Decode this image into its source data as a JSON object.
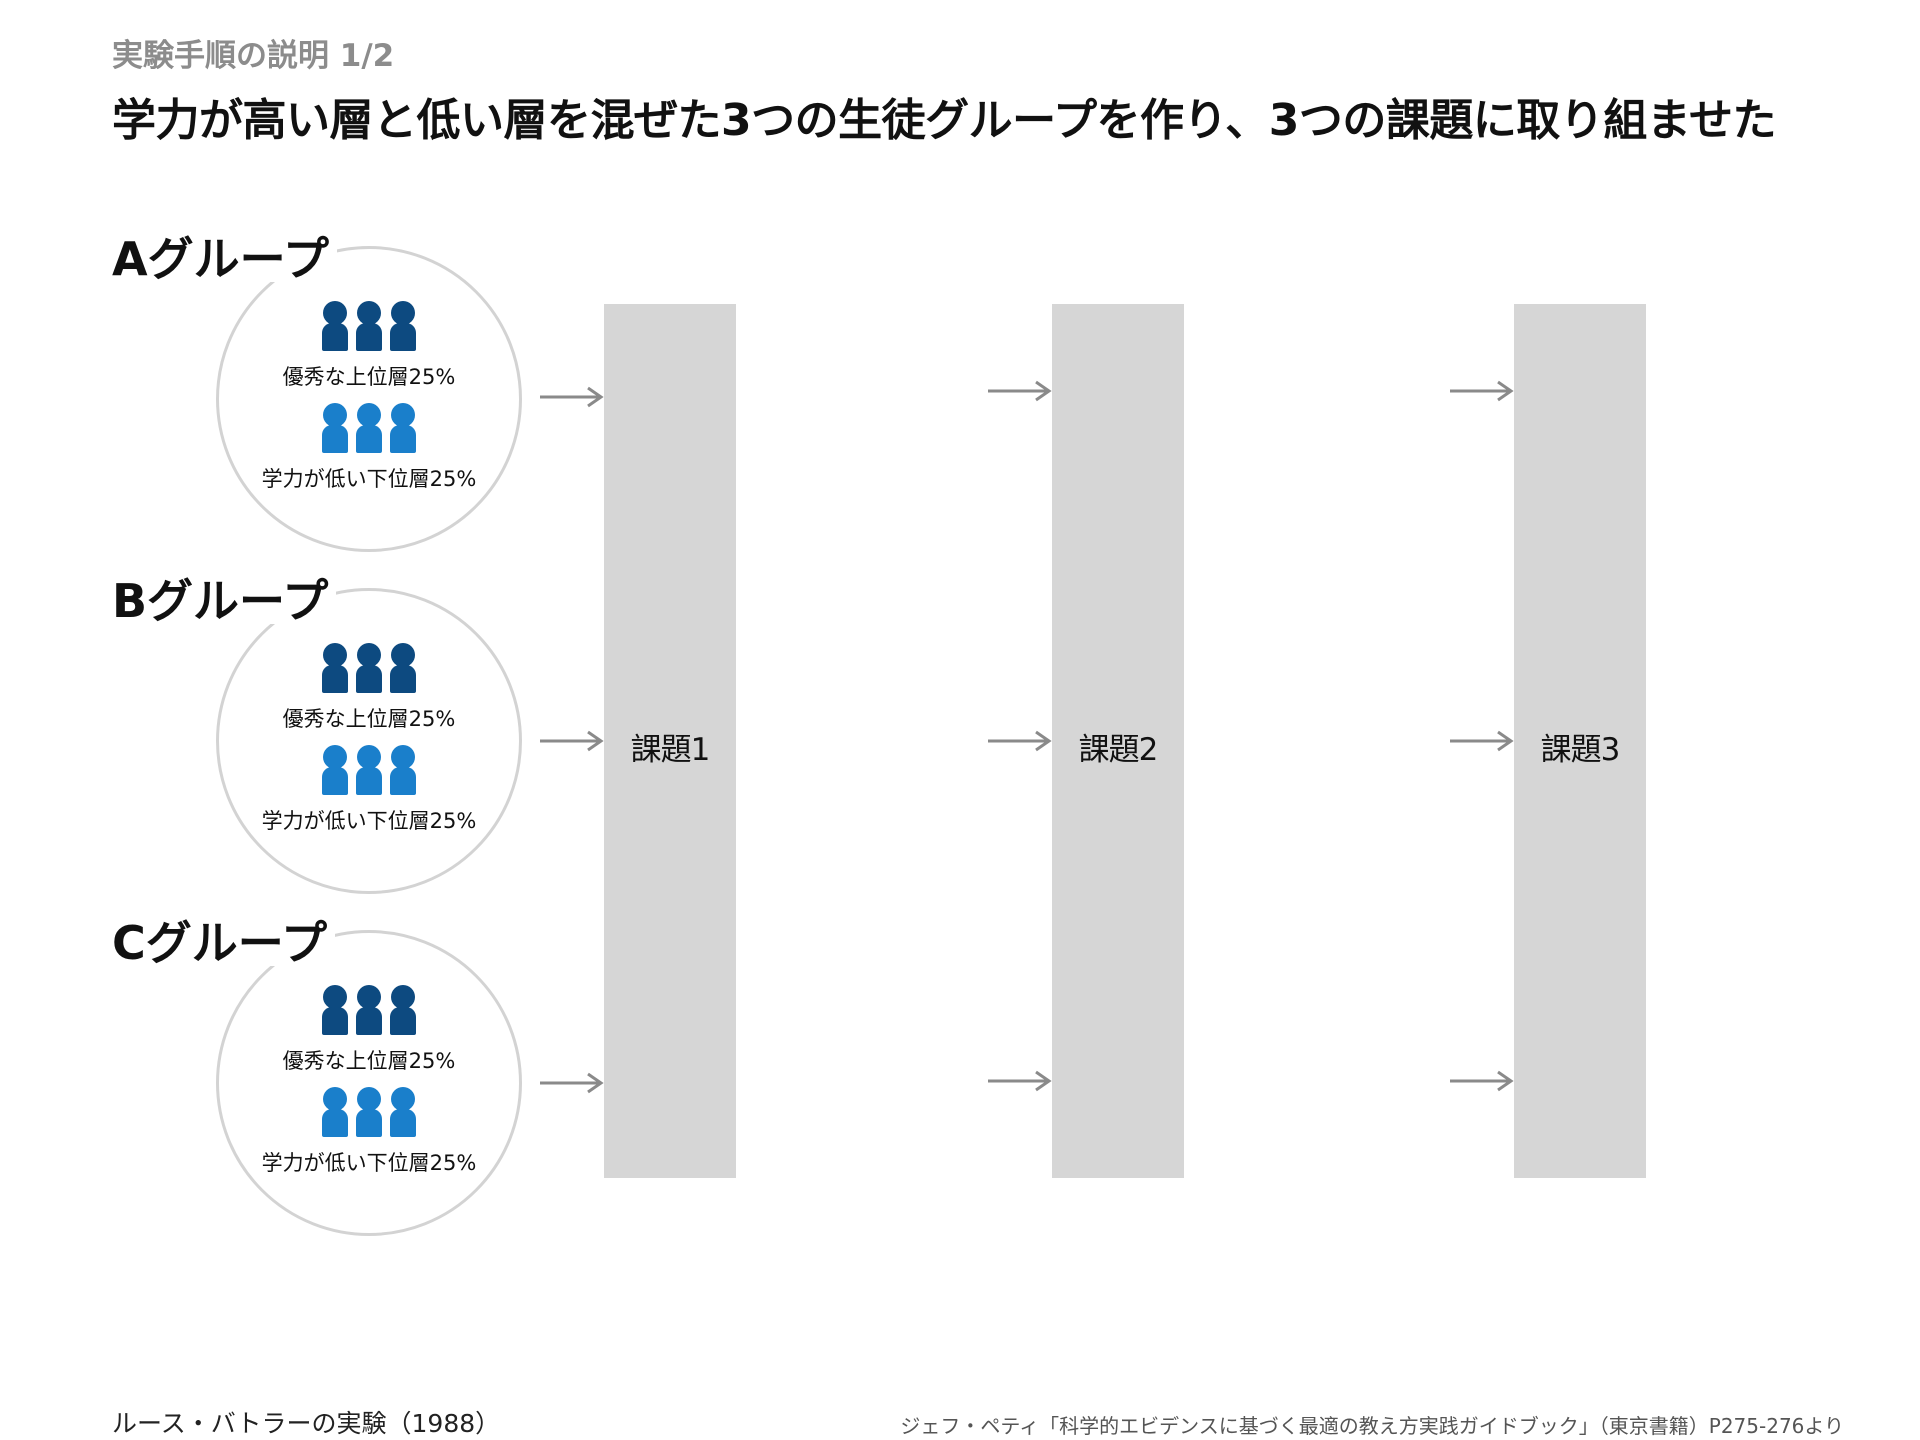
{
  "header": {
    "subtitle": "実験手順の説明 1/2",
    "title": "学力が高い層と低い層を混ぜた3つの生徒グループを作り、3つの課題に取り組ませた"
  },
  "groups": [
    {
      "label": "Aグループ",
      "top_text": "優秀な上位層25%",
      "bottom_text": "学力が低い下位層25%"
    },
    {
      "label": "Bグループ",
      "top_text": "優秀な上位層25%",
      "bottom_text": "学力が低い下位層25%"
    },
    {
      "label": "Cグループ",
      "top_text": "優秀な上位層25%",
      "bottom_text": "学力が低い下位層25%"
    }
  ],
  "tasks": [
    {
      "label": "課題1"
    },
    {
      "label": "課題2"
    },
    {
      "label": "課題3"
    }
  ],
  "footer": {
    "left": "ルース・バトラーの実験（1988）",
    "right": "ジェフ・ペティ「科学的エビデンスに基づく最適の教え方実践ガイドブック」（東京書籍）P275-276より"
  },
  "colors": {
    "top_tier": "#0d4a80",
    "bottom_tier": "#1a7fcb",
    "task_bar": "#d6d6d6",
    "arrow": "#8a8a8a",
    "circle_border": "#d3d3d3",
    "subtitle": "#8c8c8c"
  },
  "icons": {
    "people": "person-icon",
    "flow": "arrow-right-icon"
  }
}
